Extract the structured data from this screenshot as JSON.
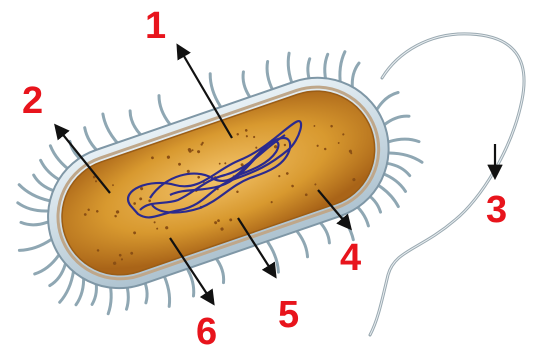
{
  "diagram": {
    "subject": "bacterial-cell",
    "colors": {
      "label": "#e8141c",
      "cytoplasm": "#d79a3c",
      "capsule": "#c9dbe6",
      "pili": "#8fa7b3",
      "dna": "#2b2a8f",
      "arrow": "#111111"
    },
    "labels": [
      {
        "id": "1",
        "text": "1"
      },
      {
        "id": "2",
        "text": "2"
      },
      {
        "id": "3",
        "text": "3"
      },
      {
        "id": "4",
        "text": "4"
      },
      {
        "id": "5",
        "text": "5"
      },
      {
        "id": "6",
        "text": "6"
      }
    ]
  }
}
